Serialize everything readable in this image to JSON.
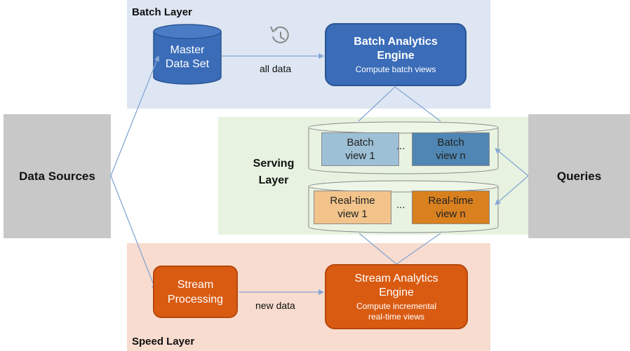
{
  "layers": {
    "batch": "Batch Layer",
    "serving": [
      "Serving",
      "Layer"
    ],
    "speed": "Speed Layer"
  },
  "data_sources": "Data Sources",
  "queries": "Queries",
  "master_data_set": [
    "Master",
    "Data Set"
  ],
  "edge_labels": {
    "all_data": "all data",
    "new_data": "new data"
  },
  "batch_engine": {
    "title": [
      "Batch Analytics",
      "Engine"
    ],
    "subtitle": "Compute batch views"
  },
  "stream_processing": [
    "Stream",
    "Processing"
  ],
  "stream_engine": {
    "title": [
      "Stream Analytics",
      "Engine"
    ],
    "subtitle": [
      "Compute incremental",
      "real-time views"
    ]
  },
  "batch_views": {
    "first": [
      "Batch",
      "view 1"
    ],
    "last": [
      "Batch",
      "view n"
    ],
    "ellipsis": "..."
  },
  "realtime_views": {
    "first": [
      "Real-time",
      "view 1"
    ],
    "last": [
      "Real-time",
      "view n"
    ],
    "ellipsis": "..."
  },
  "colors": {
    "batch_blue": "#3a6cb8",
    "stream_orange": "#d95b12",
    "view_blue_light": "#9dc0d6",
    "view_blue": "#4f86b3",
    "view_orange_light": "#f2c48b",
    "view_orange": "#d9801f",
    "arrow": "#86a6d4"
  },
  "icons": {
    "history": "history-clock-icon"
  }
}
